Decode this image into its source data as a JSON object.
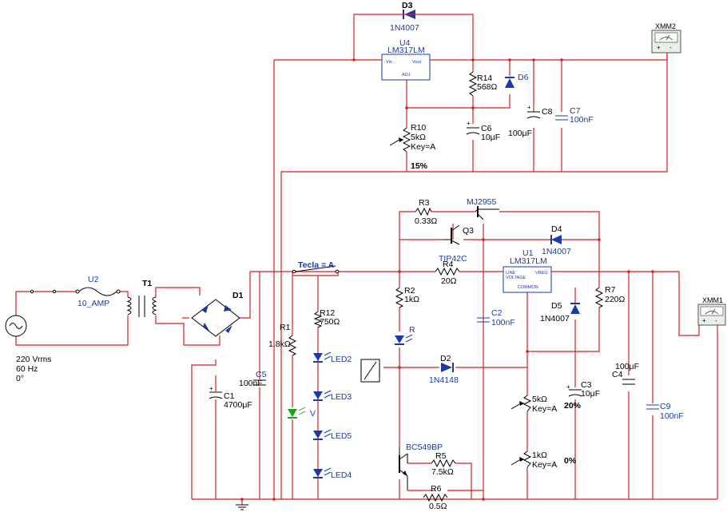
{
  "components": {
    "D3": {
      "ref": "D3",
      "value": "1N4007"
    },
    "U4": {
      "ref": "U4",
      "value": "LM317LM",
      "pin_vin": "Vin",
      "pin_vout": "Vout",
      "pin_adj": "ADJ"
    },
    "R14": {
      "ref": "R14",
      "value": "568Ω"
    },
    "D6": {
      "ref": "D6"
    },
    "C8": {
      "ref": "C8",
      "value": "100μF"
    },
    "C7": {
      "ref": "C7",
      "value": "100nF"
    },
    "C6": {
      "ref": "C6",
      "value": "10μF"
    },
    "R10": {
      "ref": "R10",
      "value": "5kΩ",
      "key": "Key=A",
      "setting": "15%"
    },
    "XMM2": {
      "ref": "XMM2"
    },
    "XMM1": {
      "ref": "XMM1"
    },
    "R3": {
      "ref": "R3",
      "value": "0.33Ω"
    },
    "MJ2955": {
      "ref": "MJ2955"
    },
    "Q3": {
      "ref": "Q3"
    },
    "D4": {
      "ref": "D4",
      "value": "1N4007"
    },
    "TIP42C": {
      "ref": "TIP42C"
    },
    "R4": {
      "ref": "R4",
      "value": "20Ω"
    },
    "U1": {
      "ref": "U1",
      "value": "LM317LM",
      "pin_line": "LINE",
      "pin_voltage": "VOLTAGE",
      "pin_vreg": "VREG",
      "pin_common": "COMMON"
    },
    "R7": {
      "ref": "R7",
      "value": "220Ω"
    },
    "D5": {
      "ref": "D5",
      "value": "1N4007"
    },
    "U2": {
      "ref": "U2",
      "value": "10_AMP"
    },
    "T1": {
      "ref": "T1"
    },
    "D1": {
      "ref": "D1"
    },
    "V1": {
      "voltage": "220 Vrms",
      "freq": "60 Hz",
      "phase": "0°"
    },
    "Tecla": {
      "label": "Tecla = A"
    },
    "R12": {
      "ref": "R12",
      "value": "750Ω"
    },
    "R1": {
      "ref": "R1",
      "value": "1.8kΩ"
    },
    "R2": {
      "ref": "R2",
      "value": "1kΩ"
    },
    "LED_R": {
      "ref": "R"
    },
    "LED2": {
      "ref": "LED2"
    },
    "LED3": {
      "ref": "LED3"
    },
    "LED5": {
      "ref": "LED5"
    },
    "LED4": {
      "ref": "LED4"
    },
    "LED_V": {
      "ref": "V"
    },
    "C2": {
      "ref": "C2",
      "value": "100nF"
    },
    "D2": {
      "ref": "D2",
      "value": "1N4148"
    },
    "C5": {
      "ref": "C5",
      "value": "100nF"
    },
    "C1": {
      "ref": "C1",
      "value": "4700μF"
    },
    "C3": {
      "ref": "C3",
      "value": "10μF",
      "setting": "20%"
    },
    "C4": {
      "ref": "C4",
      "value": "100μF"
    },
    "C9": {
      "ref": "C9",
      "value": "100nF"
    },
    "Rpot5k": {
      "value": "5kΩ",
      "key": "Key=A"
    },
    "Rpot1k": {
      "value": "1kΩ",
      "key": "Key=A",
      "setting": "0%"
    },
    "BC549BP": {
      "ref": "BC549BP"
    },
    "R5": {
      "ref": "R5",
      "value": "7.5kΩ"
    },
    "R6": {
      "ref": "R6",
      "value": "0.5Ω"
    }
  },
  "meter_terminals": {
    "plus": "+",
    "minus": "-"
  },
  "colors": {
    "wire": "#d42020",
    "component": "#000000",
    "label_blue": "#1a3aa8",
    "led_blue": "#1a3aa8",
    "led_green": "#20a020"
  }
}
